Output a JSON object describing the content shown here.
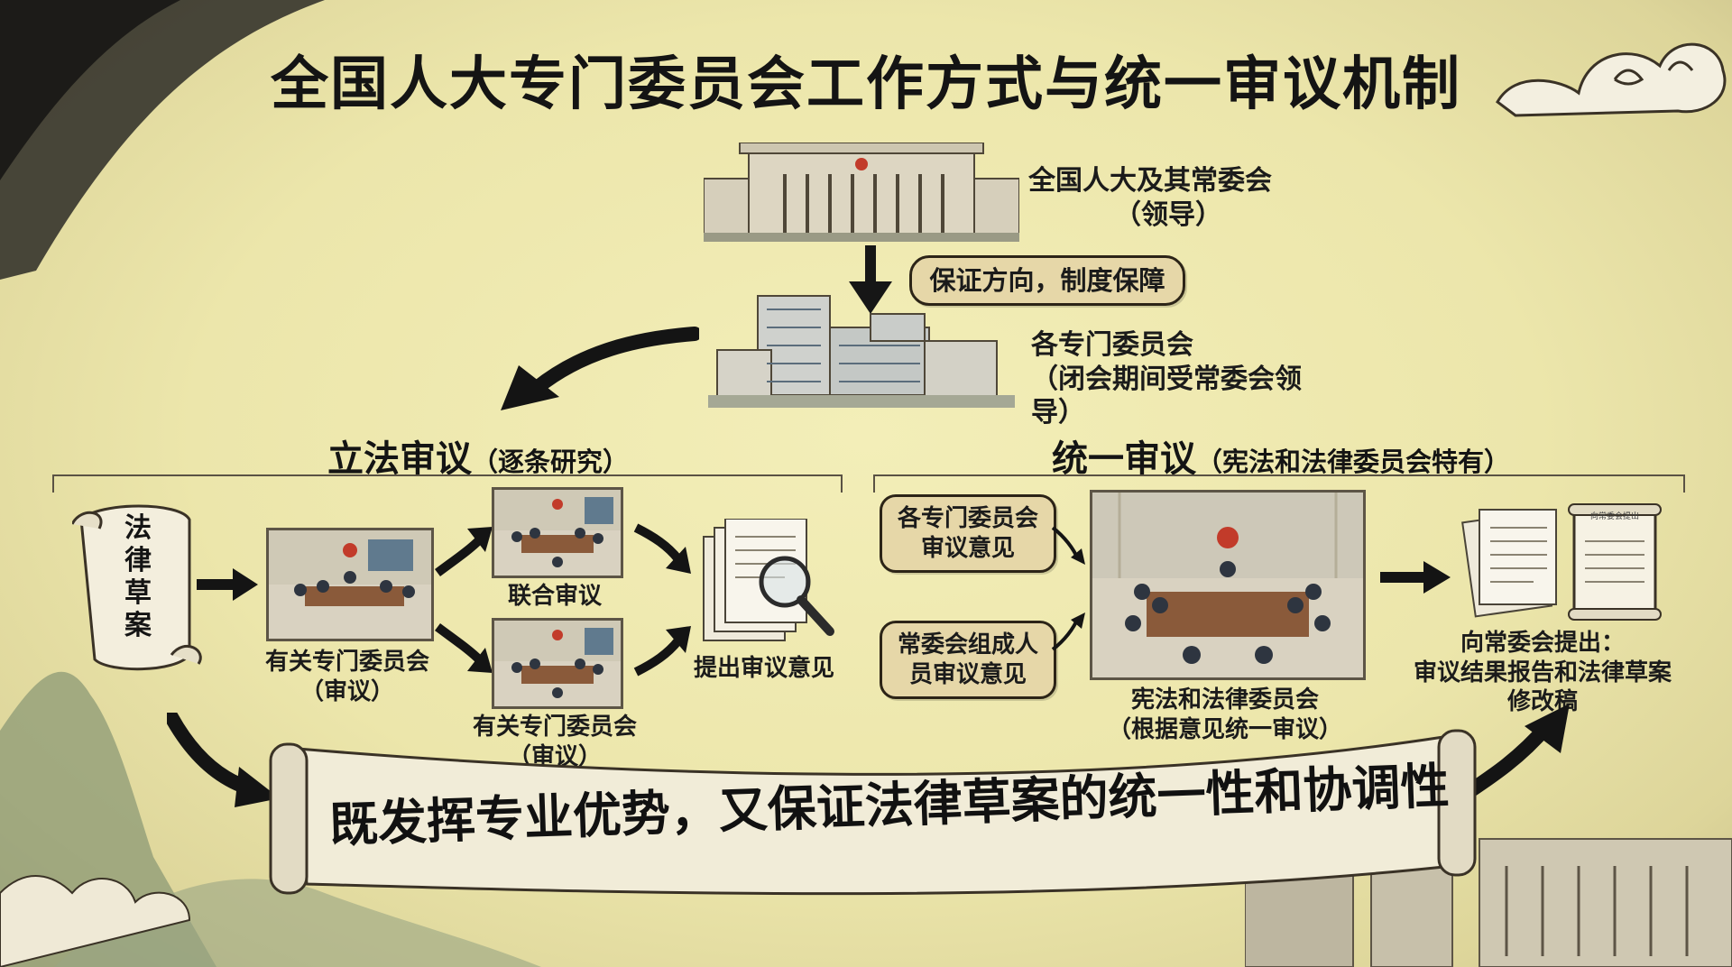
{
  "title": "全国人大专门委员会工作方式与统一审议机制",
  "top": {
    "npc_name": "全国人大及其常委会",
    "npc_role": "（领导）",
    "bubble": "保证方向，制度保障",
    "committees_name": "各专门委员会",
    "committees_role": "（闭会期间受常委会领导）"
  },
  "left_section": {
    "heading": "立法审议",
    "heading_note": "（逐条研究）",
    "scroll_chars": [
      "法",
      "律",
      "草",
      "案"
    ],
    "committee_review": [
      "有关专门委员会",
      "（审议）"
    ],
    "joint_review": "联合审议",
    "committee_review_2": [
      "有关专门委员会",
      "（审议）"
    ],
    "opinion": "提出审议意见"
  },
  "right_section": {
    "heading": "统一审议",
    "heading_note": "（宪法和法律委员会特有）",
    "bubble_1": [
      "各专门委员会",
      "审议意见"
    ],
    "bubble_2": [
      "常委会组成人",
      "员审议意见"
    ],
    "meeting": [
      "宪法和法律委员会",
      "（根据意见统一审议）"
    ],
    "doc_title": "向常委会提出",
    "submit": [
      "向常委会提出：",
      "审议结果报告和法律草案",
      "修改稿"
    ]
  },
  "banner": "既发挥专业优势，又保证法律草案的统一性和协调性",
  "colors": {
    "paper": "#ece6ab",
    "ink": "#141414",
    "bubble": "#e6d7a8"
  }
}
